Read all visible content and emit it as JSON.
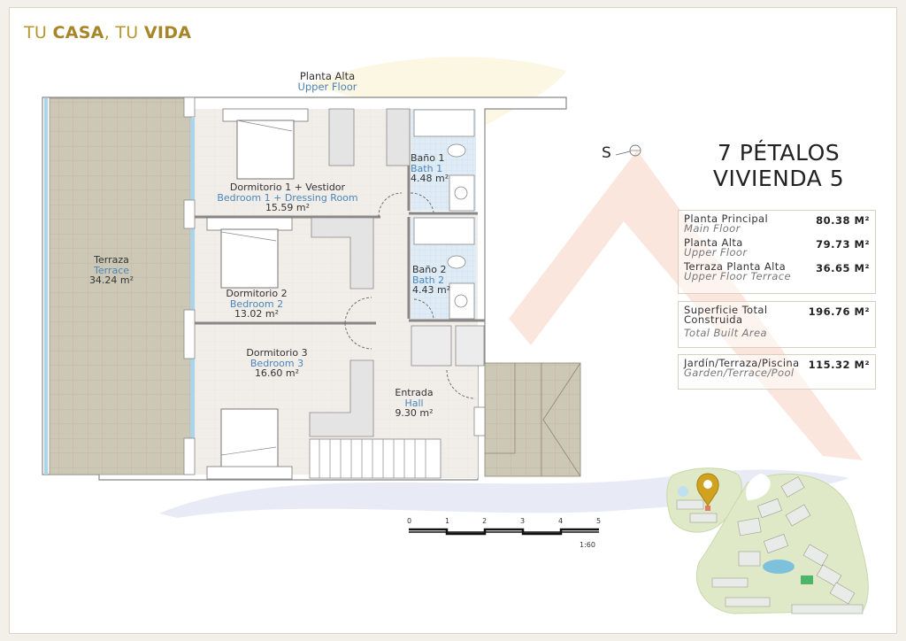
{
  "brand": {
    "part1": "TU ",
    "part2": "CASA",
    "part3": ", TU ",
    "part4": "VIDA"
  },
  "plan": {
    "floor_es": "Planta Alta",
    "floor_en": "Upper Floor",
    "rooms": [
      {
        "id": "terrace",
        "es": "Terraza",
        "en": "Terrace",
        "area": "34.24 m²"
      },
      {
        "id": "bedroom1",
        "es": "Dormitorio 1 + Vestidor",
        "en": "Bedroom 1 + Dressing Room",
        "area": "15.59 m²"
      },
      {
        "id": "bath1",
        "es": "Baño 1",
        "en": "Bath 1",
        "area": "4.48 m²"
      },
      {
        "id": "bedroom2",
        "es": "Dormitorio 2",
        "en": "Bedroom 2",
        "area": "13.02 m²"
      },
      {
        "id": "bath2",
        "es": "Baño 2",
        "en": "Bath 2",
        "area": "4.43 m²"
      },
      {
        "id": "bedroom3",
        "es": "Dormitorio 3",
        "en": "Bedroom 3",
        "area": "16.60 m²"
      },
      {
        "id": "hall",
        "es": "Entrada",
        "en": "Hall",
        "area": "9.30 m²"
      }
    ]
  },
  "compass": {
    "label": "S"
  },
  "title": {
    "line1": "7 PÉTALOS",
    "line2": "VIVIENDA 5"
  },
  "areas": {
    "box1": [
      {
        "es": "Planta Principal",
        "en": "Main Floor",
        "value": "80.38 M²"
      },
      {
        "es": "Planta Alta",
        "en": "Upper Floor",
        "value": "79.73 M²"
      },
      {
        "es": "Terraza Planta Alta",
        "en": "Upper Floor Terrace",
        "value": "36.65 M²"
      }
    ],
    "box2": {
      "es": "Superficie Total Construida",
      "en": "Total Built Area",
      "value": "196.76 M²"
    },
    "box3": {
      "es": "Jardín/Terraza/Piscina",
      "en": "Garden/Terrace/Pool",
      "value": "115.32 M²"
    }
  },
  "scale": {
    "ticks": [
      "0",
      "1",
      "2",
      "3",
      "4",
      "5"
    ],
    "ratio": "1:60"
  },
  "colors": {
    "brand_gold": "#b89630",
    "terrace_fill": "#cdc8b5",
    "floor_fill": "#f1ede8",
    "bath_tile": "#d8e8f3",
    "glass_blue": "#a9d4ea",
    "english_label": "#4a86bb",
    "pin_gold": "#d1a21f"
  }
}
